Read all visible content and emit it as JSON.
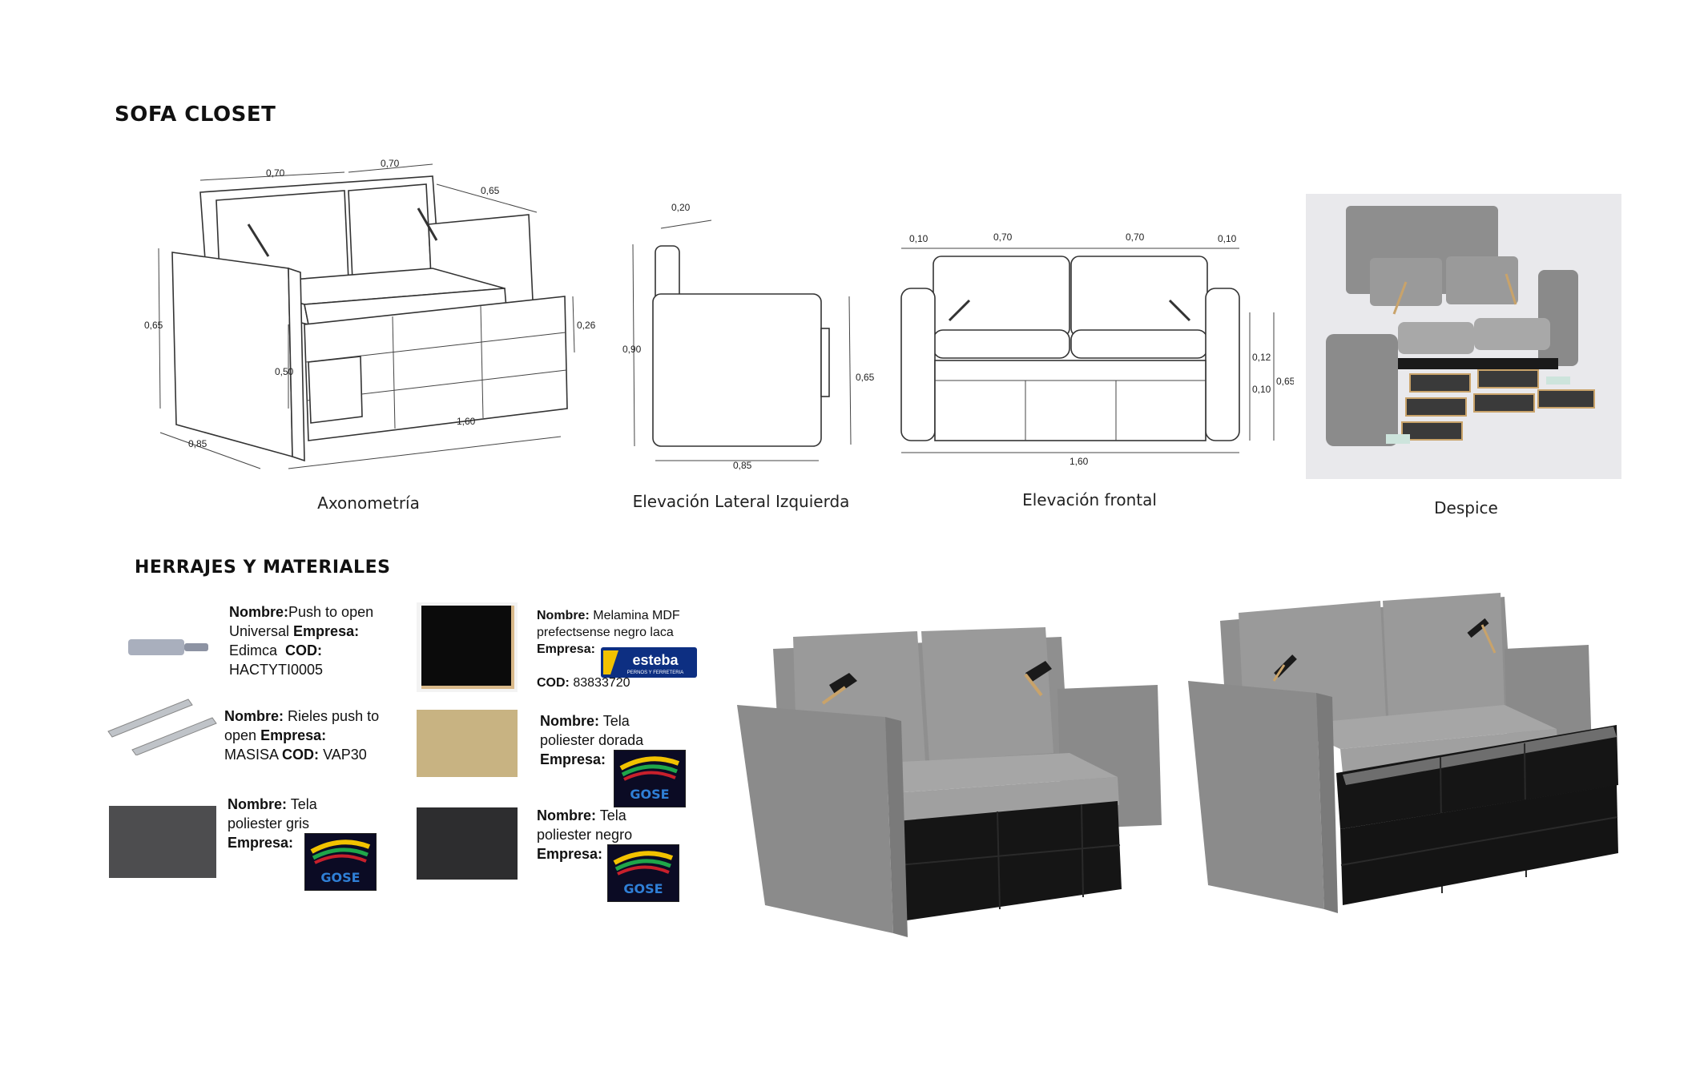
{
  "title": "SOFA CLOSET",
  "section2_title": "HERRAJES Y MATERIALES",
  "views": {
    "axonometria": {
      "caption": "Axonometría",
      "dims": {
        "a": "0,70",
        "b": "0,70",
        "c": "0,65",
        "h": "0,65",
        "d": "0,85",
        "inner": "0,50",
        "drawer": "0,26",
        "len": "1,60"
      }
    },
    "lateral": {
      "caption": "Elevación Lateral Izquierda",
      "dims": {
        "top": "0,20",
        "h": "0,90",
        "seat": "0,65",
        "depth": "0,85"
      }
    },
    "frontal": {
      "caption": "Elevación frontal",
      "dims": {
        "l1": "0,10",
        "w1": "0,70",
        "w2": "0,70",
        "l2": "0,10",
        "len": "1,60",
        "a": "0,12",
        "b": "0,10",
        "h": "0,65"
      }
    },
    "despice": {
      "caption": "Despice"
    }
  },
  "materials": {
    "label_nombre": "Nombre:",
    "label_empresa": "Empresa:",
    "label_cod": "COD:",
    "push": {
      "nombre": "Push to open Universal",
      "empresa": "Edimca",
      "cod": "HACTYTI0005"
    },
    "rieles": {
      "nombre": "Rieles push to open",
      "empresa": "MASISA",
      "cod": "VAP30"
    },
    "tela_gris": {
      "nombre": "Tela poliester gris"
    },
    "melamina": {
      "nombre": "Melamina MDF prefectsense negro laca",
      "cod": "83833720"
    },
    "tela_dorada": {
      "nombre": "Tela poliester dorada"
    },
    "tela_negro": {
      "nombre": "Tela poliester negro"
    },
    "logo_esteba": {
      "name": "esteba",
      "tagline": "PERNOS Y FERRETERIA"
    },
    "logo_gose": {
      "name": "GOSE"
    }
  },
  "colors": {
    "fabric_gray": "#8d8d8d",
    "cushion_light": "#a9a9a9",
    "drawer_black": "#141414",
    "gold_fabric": "#c8b382",
    "wood_edge": "#c9a36a"
  }
}
